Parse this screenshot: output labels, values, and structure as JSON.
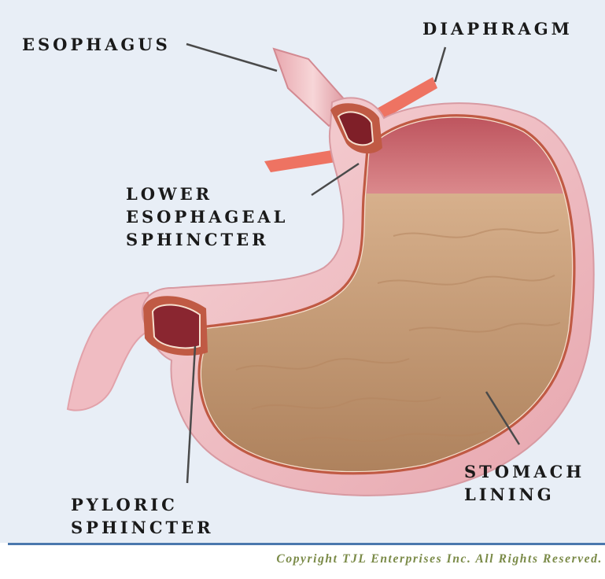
{
  "labels": {
    "esophagus": "ESOPHAGUS",
    "diaphragm": "DIAPHRAGM",
    "les_line1": "LOWER",
    "les_line2": "ESOPHAGEAL",
    "les_line3": "SPHINCTER",
    "pyloric_line1": "PYLORIC",
    "pyloric_line2": "SPHINCTER",
    "lining_line1": "STOMACH",
    "lining_line2": "LINING"
  },
  "footer": {
    "copyright": "Copyright TJL Enterprises Inc. All Rights Reserved."
  },
  "colors": {
    "background": "#e8eef6",
    "stomach_wall": "#f0c0c6",
    "lining": "#c05a44",
    "contents": "#c9a27c",
    "diaphragm": "#ee7362",
    "rule": "#4b78ad",
    "copyright": "#7a8a47"
  }
}
